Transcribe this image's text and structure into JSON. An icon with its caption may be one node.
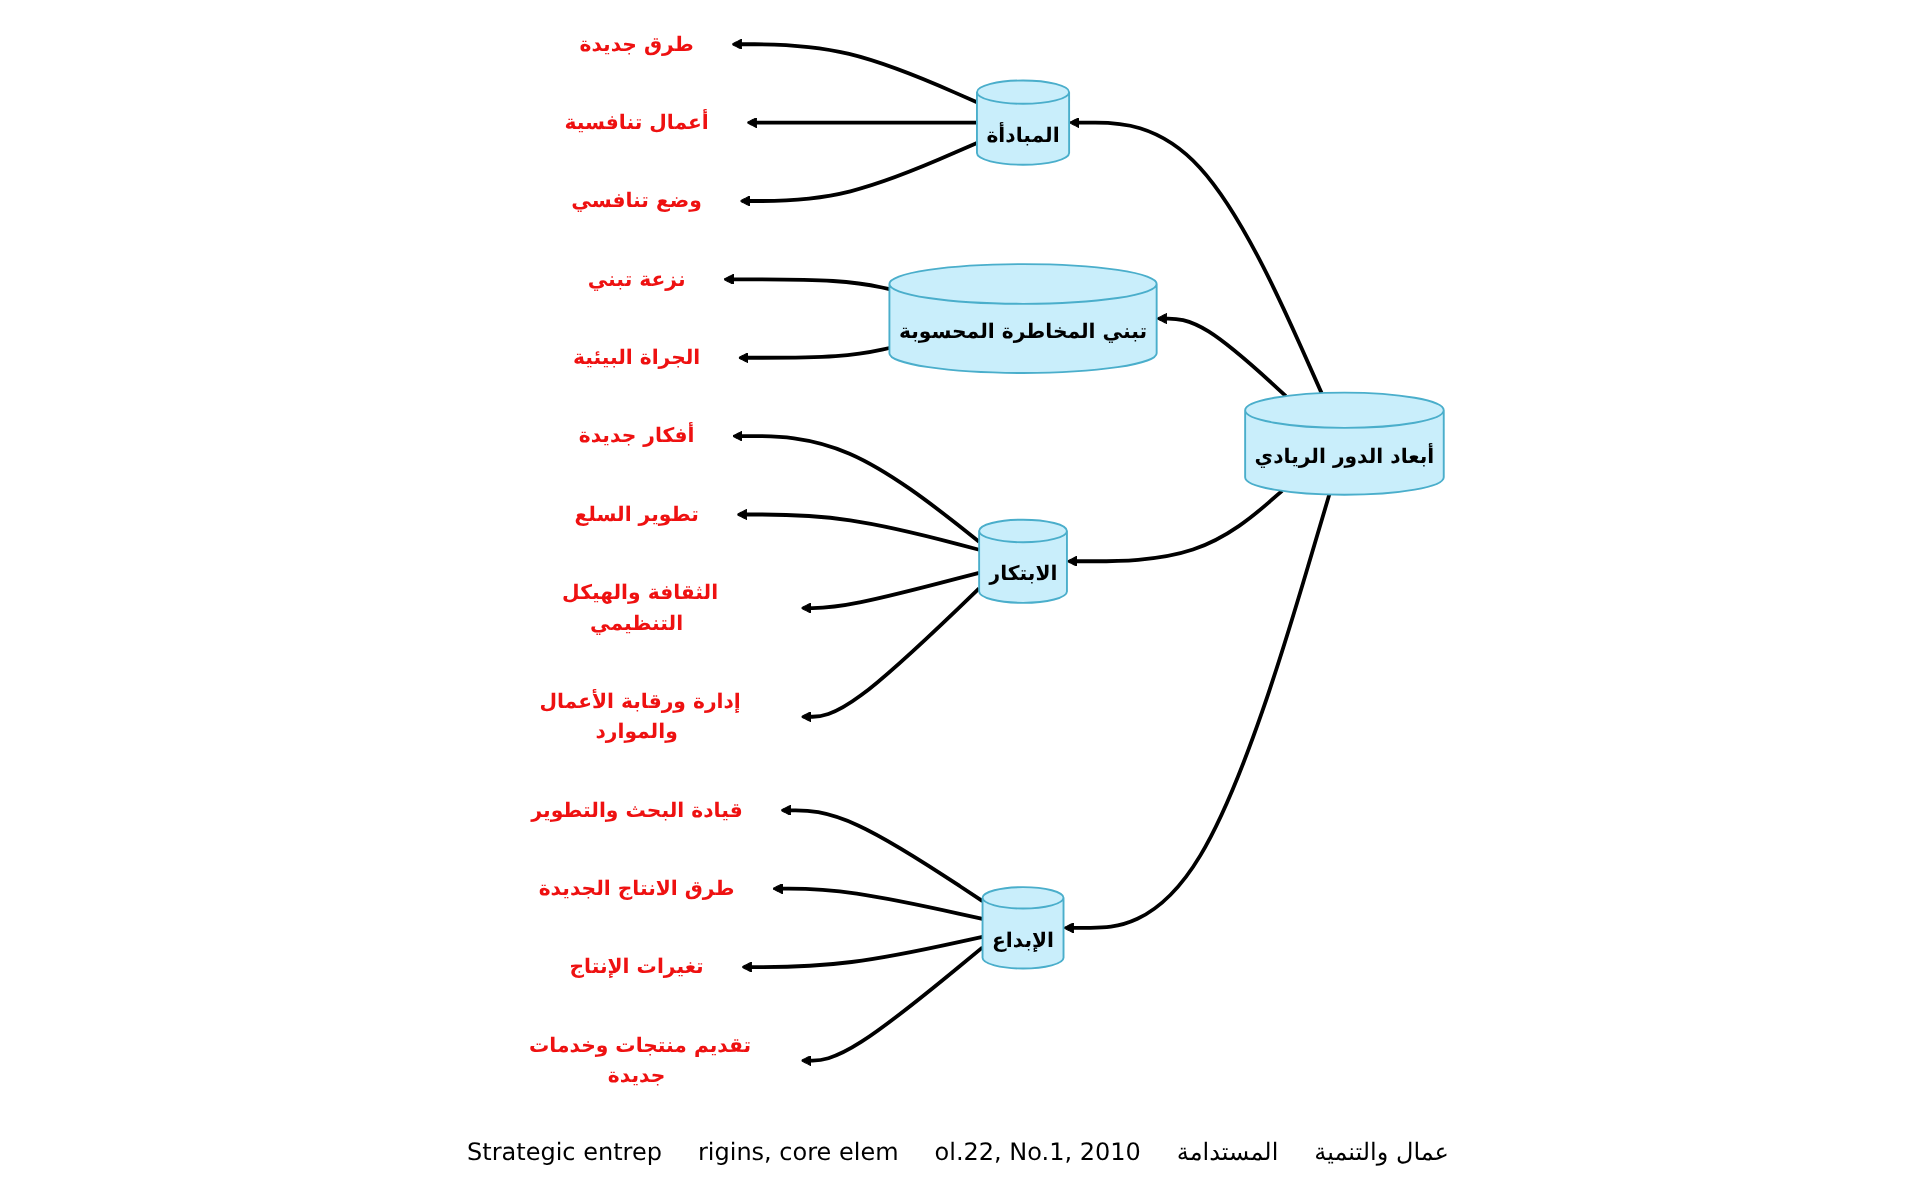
{
  "diagram": {
    "nodes": [
      {
        "text": [
          "أبعاد الدور الريادي"
        ]
      },
      {
        "text": [
          "المبادأة"
        ]
      },
      {
        "text": [
          "تبني المخاطرة المحسوبة"
        ]
      },
      {
        "text": [
          "الابتكار"
        ]
      },
      {
        "text": [
          "الإبداع"
        ]
      },
      {
        "text": [
          "طرق جديدة"
        ]
      },
      {
        "text": [
          "أعمال تنافسية"
        ]
      },
      {
        "text": [
          "وضع تنافسي"
        ]
      },
      {
        "text": [
          "نزعة تبني"
        ]
      },
      {
        "text": [
          "الجراة البيئية"
        ]
      },
      {
        "text": [
          "أفكار جديدة"
        ]
      },
      {
        "text": [
          "تطوير السلع"
        ]
      },
      {
        "text": [
          "الثقافة والهيكل التنظيمي"
        ]
      },
      {
        "text": [
          "إدارة ورقابة الأعمال والموارد"
        ]
      },
      {
        "text": [
          "قيادة البحث والتطوير"
        ]
      },
      {
        "text": [
          "طرق الانتاج الجديدة"
        ]
      },
      {
        "text": [
          "تغيرات الإنتاج"
        ]
      },
      {
        "text": [
          "تقديم منتجات وخدمات جديدة"
        ]
      }
    ],
    "edges": [
      {
        "from": 0,
        "to": 1,
        "arrow": "to"
      },
      {
        "from": 0,
        "to": 2,
        "arrow": "to"
      },
      {
        "from": 0,
        "to": 3,
        "arrow": "to"
      },
      {
        "from": 0,
        "to": 4,
        "arrow": "to"
      },
      {
        "from": 1,
        "to": 5,
        "arrow": "to"
      },
      {
        "from": 1,
        "to": 6,
        "arrow": "to"
      },
      {
        "from": 1,
        "to": 7,
        "arrow": "to"
      },
      {
        "from": 2,
        "to": 8,
        "arrow": "to"
      },
      {
        "from": 2,
        "to": 9,
        "arrow": "to"
      },
      {
        "from": 3,
        "to": 10,
        "arrow": "to"
      },
      {
        "from": 3,
        "to": 11,
        "arrow": "to"
      },
      {
        "from": 3,
        "to": 12,
        "arrow": "to"
      },
      {
        "from": 3,
        "to": 13,
        "arrow": "to"
      },
      {
        "from": 4,
        "to": 14,
        "arrow": "to"
      },
      {
        "from": 4,
        "to": 15,
        "arrow": "to"
      },
      {
        "from": 4,
        "to": 16,
        "arrow": "to"
      },
      {
        "from": 4,
        "to": 17,
        "arrow": "to"
      }
    ],
    "labels": [
      "Strategic entrep",
      "rigins, core elem",
      "ol.22, No.1, 2010",
      "المستدامة",
      "عمال والتنمية"
    ]
  }
}
